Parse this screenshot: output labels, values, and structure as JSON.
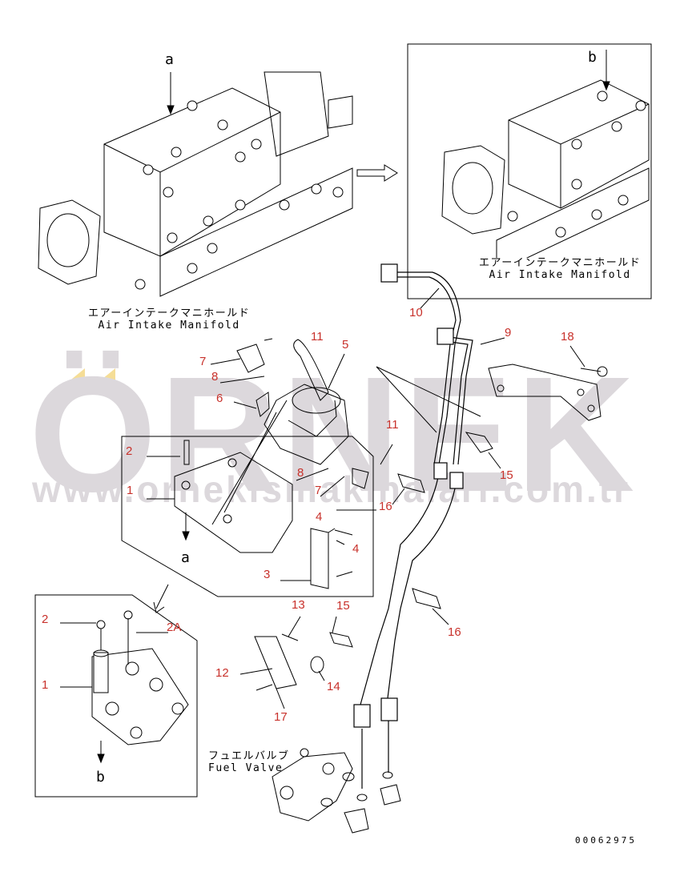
{
  "watermark": {
    "brand": "ÖRNEK",
    "url": "www.ornekismakinalari.com.tr"
  },
  "captions": {
    "left_jp": "エアーインテークマニホールド",
    "left_en": "Air Intake Manifold",
    "right_jp": "エアーインテークマニホールド",
    "right_en": "Air Intake Manifold",
    "fuel_jp": "フュエルバルブ",
    "fuel_en": "Fuel Valve"
  },
  "view_letters": {
    "a_top": "a",
    "a_detail": "a",
    "b_top": "b",
    "b_detail": "b"
  },
  "callouts": [
    "10",
    "9",
    "11",
    "5",
    "18",
    "7",
    "8",
    "6",
    "11",
    "2",
    "8",
    "7",
    "15",
    "1",
    "16",
    "4",
    "4",
    "3",
    "2",
    "2A",
    "13",
    "15",
    "16",
    "1",
    "12",
    "14",
    "17"
  ],
  "document_number": "00062975",
  "colors": {
    "callout": "#c8312b",
    "watermark": "#dcd8dc",
    "watermark_accent": "#f5dd96"
  }
}
